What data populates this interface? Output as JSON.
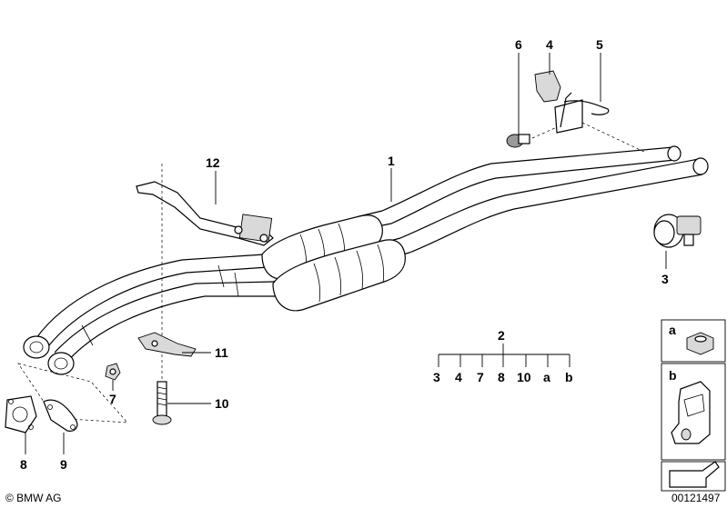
{
  "diagram": {
    "callouts": {
      "c1": "1",
      "c2": "2",
      "c3": "3",
      "c4": "4",
      "c5": "5",
      "c6": "6",
      "c7": "7",
      "c8": "8",
      "c9": "9",
      "c10": "10",
      "c11": "11",
      "c12": "12"
    },
    "kit_contents": [
      "3",
      "4",
      "7",
      "8",
      "10",
      "a",
      "b"
    ],
    "legend": {
      "a_label": "a",
      "b_label": "b"
    }
  },
  "footer": {
    "copyright": "© BMW AG",
    "image_number": "00121497"
  }
}
